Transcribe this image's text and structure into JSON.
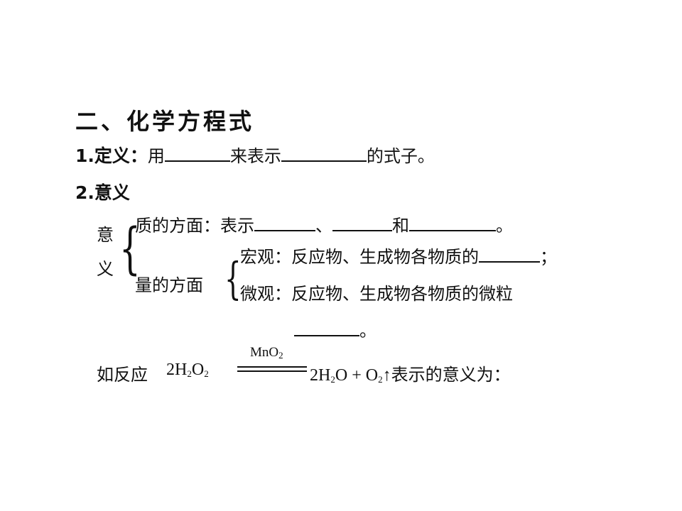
{
  "heading": "二、化学方程式",
  "definition": {
    "label": "1.定义：",
    "t1": "用",
    "t2": "来表示",
    "t3": "的式子。"
  },
  "meaning": {
    "label": "2.意义",
    "side_char_1": "意",
    "side_char_2": "义",
    "quality": {
      "label": "质的方面：",
      "t1": "表示",
      "sep1": "、",
      "sep2": "和",
      "end": "。"
    },
    "quantity": {
      "label": "量的方面",
      "macro_label": "宏观：",
      "macro_text": "反应物、生成物各物质的",
      "macro_end": "；",
      "micro_label": "微观：",
      "micro_text": "反应物、生成物各物质的微粒",
      "micro_end": "。"
    }
  },
  "example": {
    "prefix": "如反应",
    "reactant_coef": "2H",
    "reactant_sub1": "2",
    "reactant_o": "O",
    "reactant_sub2": "2",
    "catalyst": "MnO",
    "catalyst_sub": "2",
    "prod1_coef": "2H",
    "prod1_sub": "2",
    "prod1_o": "O",
    "plus": "+",
    "prod2_o": "O",
    "prod2_sub": "2",
    "gas_arrow": "↑",
    "suffix": "表示的意义为："
  }
}
